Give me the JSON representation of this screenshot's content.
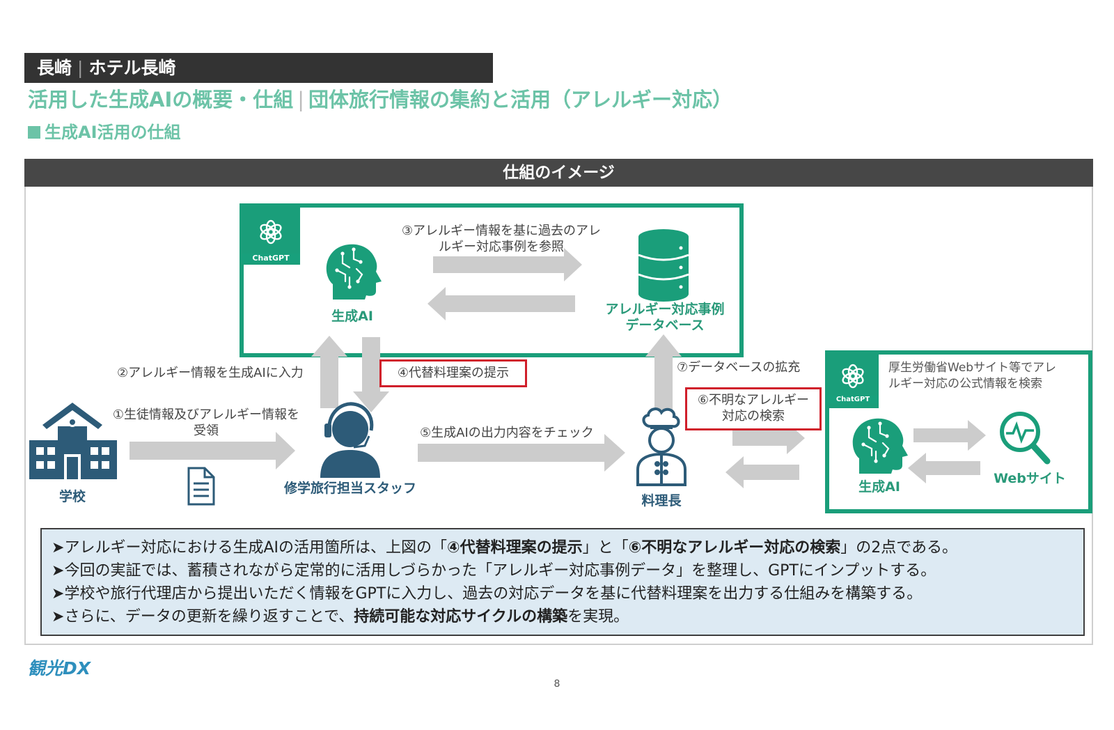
{
  "header": {
    "location": "長崎",
    "hotel": "ホテル長崎",
    "title_left": "活用した生成AIの概要・仕組",
    "title_right": "団体旅行情報の集約と活用（アレルギー対応）",
    "section": "生成AI活用の仕組"
  },
  "diagram": {
    "frame_title": "仕組のイメージ",
    "chatgpt_badge": "ChatGPT",
    "step3": [
      "③アレルギー情報を基に過去のアレ",
      "ルギー対応事例を参照"
    ],
    "ai_label": "生成AI",
    "db_label": [
      "アレルギー対応事例",
      "データベース"
    ],
    "step2": "②アレルギー情報を生成AIに入力",
    "step4": "④代替料理案の提示",
    "step7": "⑦データベースの拡充",
    "step6": [
      "⑥不明なアレルギー",
      "対応の検索"
    ],
    "step1": [
      "①生徒情報及びアレルギー情報を",
      "受領"
    ],
    "step5": "⑤生成AIの出力内容をチェック",
    "school_label": "学校",
    "staff_label": "修学旅行担当スタッフ",
    "chef_label": "料理長",
    "web_desc": [
      "厚生労働省Webサイト等でアレ",
      "ルギー対応の公式情報を検索"
    ],
    "web_ai_label": "生成AI",
    "web_label": "Webサイト",
    "colors": {
      "teal": "#1a9e7a",
      "navy": "#2d5b78",
      "arrow": "#cccccc",
      "red": "#d01f2b"
    }
  },
  "notes": {
    "l1_a": "アレルギー対応における生成AIの活用箇所は、上図の「",
    "l1_b": "④代替料理案の提示",
    "l1_c": "」と「",
    "l1_d": "⑥不明なアレルギー対応の検索",
    "l1_e": "」の2点である。",
    "l2": "今回の実証では、蓄積されながら定常的に活用しづらかった「アレルギー対応事例データ」を整理し、GPTにインプットする。",
    "l3": "学校や旅行代理店から提出いただく情報をGPTに入力し、過去の対応データを基に代替料理案を出力する仕組みを構築する。",
    "l4_a": "さらに、データの更新を繰り返すことで、",
    "l4_b": "持続可能な対応サイクルの構築",
    "l4_c": "を実現。"
  },
  "footer": {
    "brand": "観光DX",
    "page_number": "8"
  }
}
